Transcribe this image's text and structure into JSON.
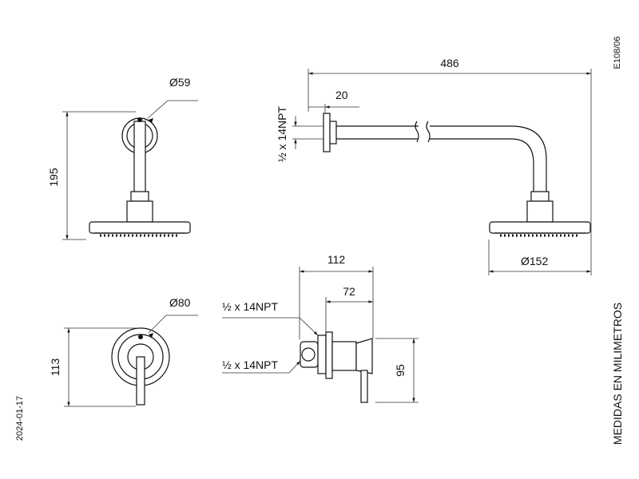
{
  "drawing": {
    "code": "E108/06",
    "date": "2024-01-17",
    "units_note": "MEDIDAS EN MILIMETROS"
  },
  "dims": {
    "head_diameter": "Ø59",
    "head_height": "195",
    "arm_length": "486",
    "arm_flange": "20",
    "arm_thread": "½ x 14NPT",
    "shower_diameter": "Ø152",
    "valve_diameter": "Ø80",
    "valve_height": "113",
    "valve_depth": "112",
    "valve_inner": "72",
    "valve_thread_top": "½ x 14NPT",
    "valve_thread_bottom": "½ x 14NPT",
    "valve_side_height": "95"
  }
}
